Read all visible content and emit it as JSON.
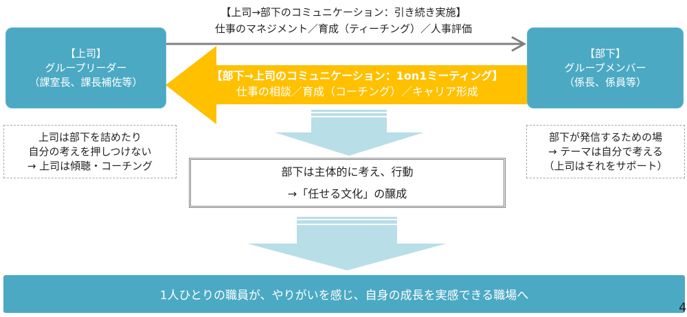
{
  "top_flow": {
    "title": "【上司→部下のコミュニケーション：引き続き実施】",
    "detail": "仕事のマネジメント／育成（ティーチング）／人事評価"
  },
  "supervisor_box": {
    "title": "【上司】",
    "role": "グループリーダー",
    "examples": "（課室長、課長補佐等）"
  },
  "subordinate_box": {
    "title": "【部下】",
    "role": "グループメンバー",
    "examples": "（係長、係員等）"
  },
  "bottom_flow": {
    "title": "【部下→上司のコミュニケーション：1on1ミーティング】",
    "detail": "仕事の相談／育成（コーチング）／キャリア形成"
  },
  "left_note": {
    "lines": [
      "上司は部下を詰めたり",
      "自分の考えを押しつけない",
      "→ 上司は傾聴・コーチング"
    ]
  },
  "right_note": {
    "lines": [
      "部下が発信するための場",
      "→ テーマは自分で考える",
      "（上司はそれをサポート）"
    ]
  },
  "center_box": {
    "lines": [
      "部下は主体的に考え、行動",
      "→「任せる文化」の醸成"
    ]
  },
  "goal_bar": {
    "text": "1人ひとりの職員が、やりがいを感じ、自身の成長を実感できる職場へ"
  },
  "page_number": "4",
  "colors": {
    "teal": "#4BA9C3",
    "yellow": "#FFC000",
    "light_blue": "#B8DEE8",
    "gray_arrow": "#7f7f7f"
  }
}
